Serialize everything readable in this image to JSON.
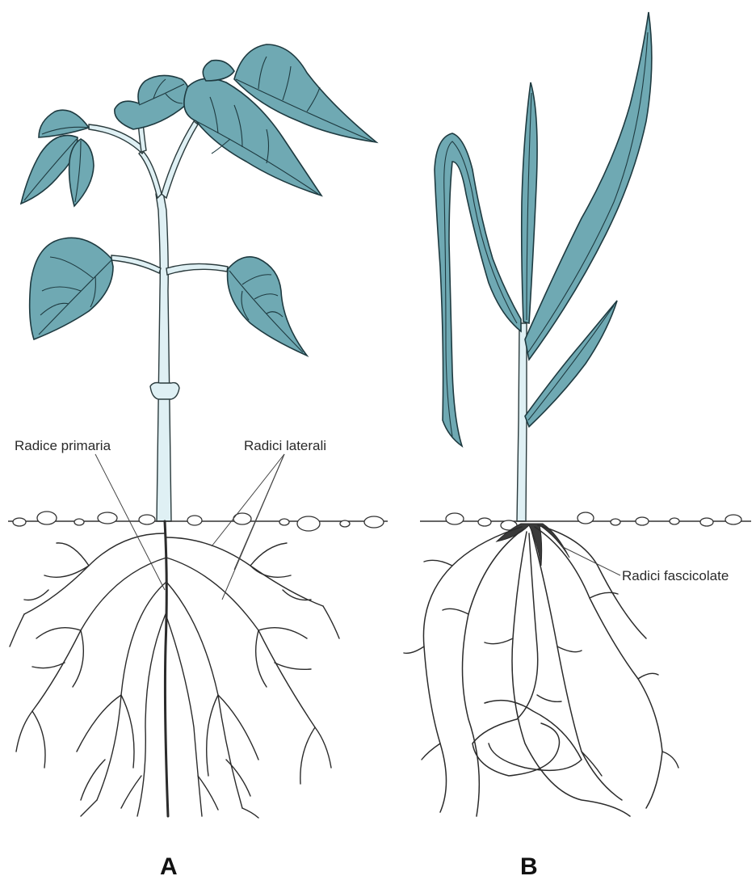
{
  "labels": {
    "primary_root": "Radice primaria",
    "lateral_roots": "Radici laterali",
    "fibrous_roots": "Radici fascicolate"
  },
  "panels": {
    "a": "A",
    "b": "B"
  },
  "colors": {
    "leaf": "#6fa9b3",
    "stem": "#dff0f4",
    "outline": "#1e3a40",
    "root": "#2b2b2b"
  }
}
